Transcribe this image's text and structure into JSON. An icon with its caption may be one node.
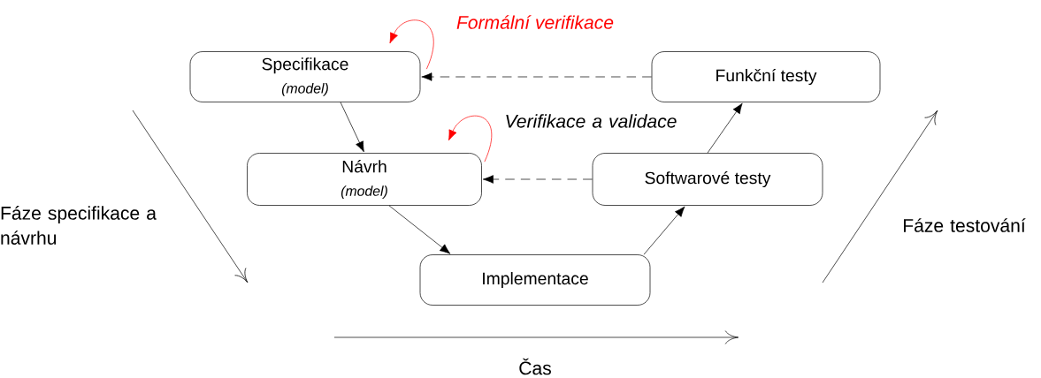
{
  "diagram": {
    "nodes": [
      {
        "text": [
          "Specifikace",
          "(model)"
        ]
      },
      {
        "text": [
          "Návrh",
          "(model)"
        ]
      },
      {
        "text": [
          "Implementace"
        ]
      },
      {
        "text": [
          "Softwarové testy"
        ]
      },
      {
        "text": [
          "Funkční testy"
        ]
      }
    ],
    "edges": [
      {
        "from": 0,
        "to": 1,
        "arrow": "to"
      },
      {
        "from": 1,
        "to": 2,
        "arrow": "to"
      },
      {
        "from": 2,
        "to": 3,
        "arrow": "to"
      },
      {
        "from": 3,
        "to": 4,
        "arrow": "to"
      },
      {
        "from": 4,
        "to": 0,
        "arrow": "to",
        "style": "dashed"
      },
      {
        "from": 3,
        "to": 1,
        "arrow": "to",
        "style": "dashed"
      },
      {
        "from": 0,
        "to": 0,
        "arrow": "to",
        "color": "#ff0000",
        "label": "Formální verifikace"
      },
      {
        "from": 1,
        "to": 1,
        "arrow": "to",
        "color": "#ff0000"
      }
    ],
    "labels": [
      "Verifikace a validace",
      "Fáze specifikace a návrhu",
      "Fáze testování",
      "Čas"
    ]
  }
}
